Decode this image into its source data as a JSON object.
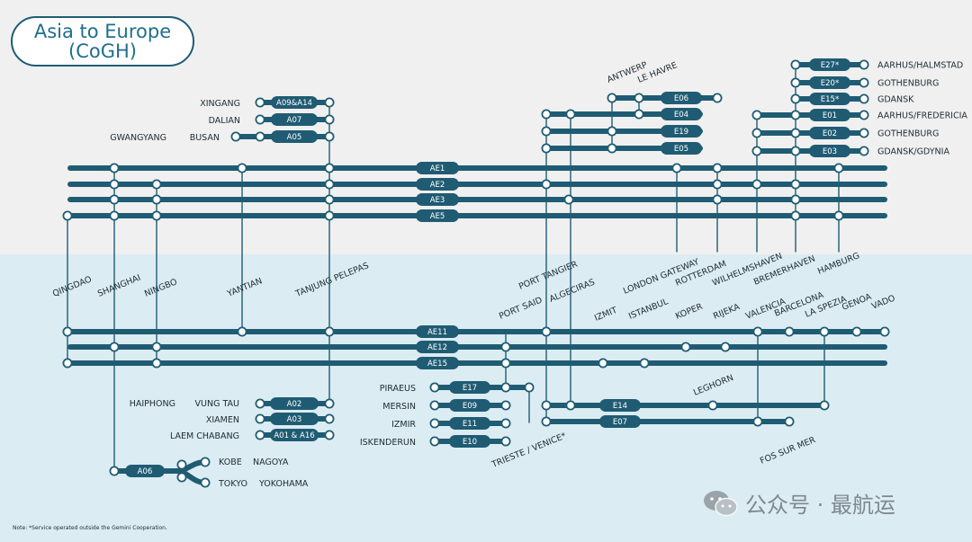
{
  "title": {
    "line1": "Asia to Europe",
    "line2": "(CoGH)"
  },
  "colors": {
    "line": "#1f5c73",
    "top_bg": "#f0f0f0",
    "bottom_bg": "#dcecf3",
    "node_fill": "#ffffff",
    "text": "#1d2b33"
  },
  "footnote": "Note: *Service operated outside the Gemini Cooperation.",
  "watermark": {
    "icon": "wechat-icon",
    "text": "公众号 · 最航运"
  },
  "services_top": [
    "AE1",
    "AE2",
    "AE3",
    "AE5"
  ],
  "services_bottom": [
    "AE11",
    "AE12",
    "AE15"
  ],
  "feeders_asia_top": [
    "A09&A14",
    "A07",
    "A05"
  ],
  "feeders_asia_top_ports": [
    "XINGANG",
    "DALIAN",
    "BUSAN",
    "GWANGYANG"
  ],
  "feeders_north_europe": [
    "E06",
    "E04",
    "E19",
    "E05"
  ],
  "feeders_north_europe_ports": [
    "ANTWERP",
    "LE HAVRE"
  ],
  "feeders_nordic": [
    "E27*",
    "E20*",
    "E15*",
    "E01",
    "E02",
    "E03"
  ],
  "feeders_nordic_ports": [
    "AARHUS/HALMSTAD",
    "GOTHENBURG",
    "GDANSK",
    "AARHUS/FREDERICIA",
    "GOTHENBURG",
    "GDANSK/GDYNIA"
  ],
  "asia_ports": [
    "QINGDAO",
    "SHANGHAI",
    "NINGBO",
    "YANTIAN",
    "TANJUNG PELEPAS"
  ],
  "europe_ports_top": [
    "PORT TANGIER",
    "ALGECIRAS",
    "LONDON GATEWAY",
    "ROTTERDAM",
    "WILHELMSHAVEN",
    "BREMERHAVEN",
    "HAMBURG"
  ],
  "med_ports": [
    "PORT SAID",
    "IZMIT",
    "ISTANBUL",
    "KOPER",
    "RIJEKA",
    "VALENCIA",
    "BARCELONA",
    "LA SPEZIA",
    "GENOA",
    "VADO"
  ],
  "feeders_asia_bottom": [
    "A02",
    "A03",
    "A01 & A16"
  ],
  "feeders_asia_bottom_ports": [
    "HAIPHONG",
    "VUNG TAU",
    "XIAMEN",
    "LAEM CHABANG"
  ],
  "feeder_a06": {
    "label": "A06",
    "ports": [
      "KOBE",
      "NAGOYA",
      "TOKYO",
      "YOKOHAMA"
    ]
  },
  "feeders_east_med": [
    "E17",
    "E09",
    "E11",
    "E10"
  ],
  "feeders_east_med_ports": [
    "PIRAEUS",
    "MERSIN",
    "IZMIR",
    "ISKENDERUN",
    "TRIESTE / VENICE*"
  ],
  "feeders_west_med": [
    "E14",
    "E07"
  ],
  "feeders_west_med_ports": [
    "LEGHORN",
    "FOS SUR MER"
  ]
}
